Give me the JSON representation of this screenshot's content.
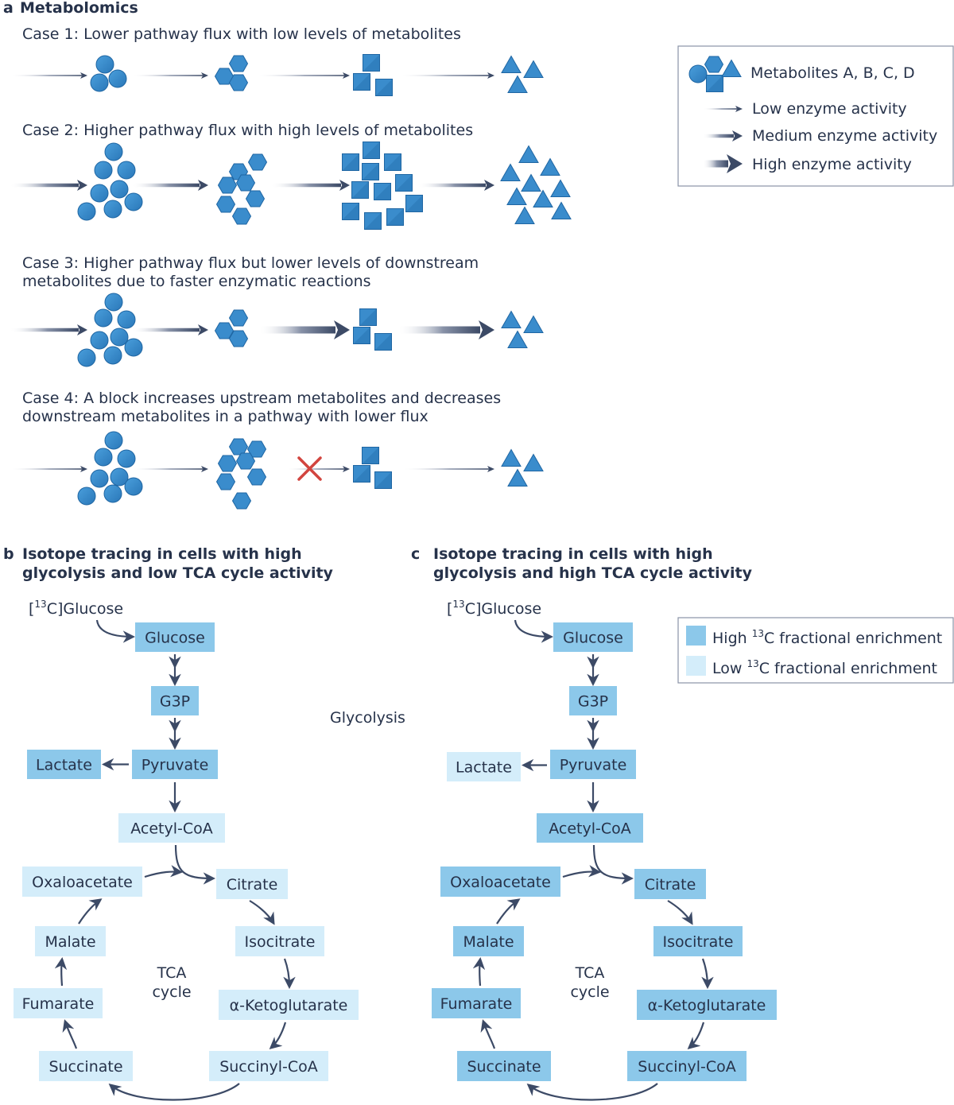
{
  "panel_a": {
    "letter": "a",
    "title": "Metabolomics",
    "cases": [
      {
        "label": "Case 1: Lower pathway flux with low levels of metabolites",
        "label_line2": ""
      },
      {
        "label": "Case 2: Higher pathway flux with high levels of metabolites",
        "label_line2": ""
      },
      {
        "label": "Case 3: Higher pathway flux but lower levels of downstream",
        "label_line2": "metabolites due to faster enzymatic reactions"
      },
      {
        "label": "Case 4: A block increases upstream metabolites and decreases",
        "label_line2": "downstream metabolites in a pathway with lower flux"
      }
    ],
    "legend": {
      "metabolites": "Metabolites A, B, C, D",
      "low": "Low enzyme activity",
      "medium": "Medium enzyme activity",
      "high": "High enzyme activity"
    }
  },
  "panel_b": {
    "letter": "b",
    "title_line1": "Isotope tracing in cells with high",
    "title_line2": "glycolysis and low TCA cycle activity"
  },
  "panel_c": {
    "letter": "c",
    "title_line1": "Isotope tracing in cells with high",
    "title_line2": "glycolysis and high TCA cycle activity"
  },
  "tracer": {
    "prefix": "[",
    "sup": "13",
    "suffix": "C]Glucose"
  },
  "glycolysis_label": "Glycolysis",
  "tca_label_line1": "TCA",
  "tca_label_line2": "cycle",
  "metabolites": {
    "glucose": "Glucose",
    "g3p": "G3P",
    "pyruvate": "Pyruvate",
    "lactate": "Lactate",
    "acetyl_coa": "Acetyl-CoA",
    "citrate": "Citrate",
    "isocitrate": "Isocitrate",
    "akg": "α-Ketoglutarate",
    "succinyl_coa": "Succinyl-CoA",
    "succinate": "Succinate",
    "fumarate": "Fumarate",
    "malate": "Malate",
    "oxaloacetate": "Oxaloacetate"
  },
  "enrichment_b": {
    "glucose": "high",
    "g3p": "high",
    "pyruvate": "high",
    "lactate": "high",
    "acetyl_coa": "low",
    "citrate": "low",
    "isocitrate": "low",
    "akg": "low",
    "succinyl_coa": "low",
    "succinate": "low",
    "fumarate": "low",
    "malate": "low",
    "oxaloacetate": "low"
  },
  "enrichment_c": {
    "glucose": "high",
    "g3p": "high",
    "pyruvate": "high",
    "lactate": "low",
    "acetyl_coa": "high",
    "citrate": "high",
    "isocitrate": "high",
    "akg": "high",
    "succinyl_coa": "high",
    "succinate": "high",
    "fumarate": "high",
    "malate": "high",
    "oxaloacetate": "high"
  },
  "enrichment_legend": {
    "high_prefix": "High ",
    "high_sup": "13",
    "high_suffix": "C fractional enrichment",
    "low_prefix": "Low ",
    "low_sup": "13",
    "low_suffix": "C fractional enrichment"
  },
  "colors": {
    "metabolite": "#3a8ccc",
    "metabolite_dark": "#1f66a3",
    "high_enrichment": "#8cc8ea",
    "low_enrichment": "#d4edfa",
    "text": "#26324a",
    "arrow": "#3c4a66",
    "block": "#d2453f"
  }
}
